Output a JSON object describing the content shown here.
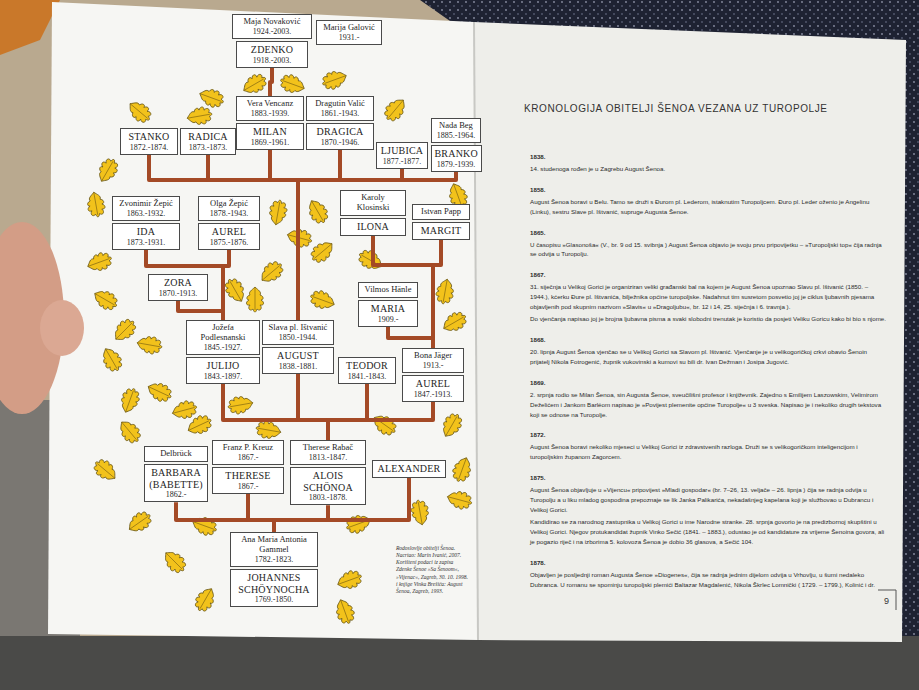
{
  "diagram": {
    "title": "KRONOLOGIJA OBITELJI ŠENOA VEZANA UZ TUROPOLJE",
    "caption": "Rodoslovlje obitelji Šenoa. Nacrtao: Marin Ivanić, 2007. Korišteni podaci iz zapisa Zdenke Šenoe »Sa Šenoom«, »Vijenac«, Zagreb, 30. 10. 1998. i knjige Vinka Brešića: August Šenoa, Zagreb, 1993.",
    "nodes": [
      {
        "text": [
          "Maja Novaković",
          "1924.-2003."
        ]
      },
      {
        "text": [
          "Marija Galović",
          "1931.-"
        ]
      },
      {
        "text": [
          "ZDENKO",
          "1918.-2003."
        ]
      },
      {
        "text": [
          "Vera Vencanz",
          "1883.-1939."
        ]
      },
      {
        "text": [
          "Dragutin Valić",
          "1861.-1943."
        ]
      },
      {
        "text": [
          "STANKO",
          "1872.-1874."
        ]
      },
      {
        "text": [
          "RADICA",
          "1873.-1873."
        ]
      },
      {
        "text": [
          "MILAN",
          "1869.-1961."
        ]
      },
      {
        "text": [
          "DRAGICA",
          "1870.-1946."
        ]
      },
      {
        "text": [
          "LJUBICA",
          "1877.-1877."
        ]
      },
      {
        "text": [
          "Nada Beg",
          "1885.-1964."
        ]
      },
      {
        "text": [
          "BRANKO",
          "1879.-1939."
        ]
      },
      {
        "text": [
          "Zvonimir Žepić",
          "1863.-1932."
        ]
      },
      {
        "text": [
          "Olga Žepić",
          "1878.-1943."
        ]
      },
      {
        "text": [
          "Karoly Klosinski"
        ]
      },
      {
        "text": [
          "Istvan Papp"
        ]
      },
      {
        "text": [
          "IDA",
          "1873.-1931."
        ]
      },
      {
        "text": [
          "AUREL",
          "1875.-1876."
        ]
      },
      {
        "text": [
          "ILONA"
        ]
      },
      {
        "text": [
          "MARGIT"
        ]
      },
      {
        "text": [
          "Vilmos Hänle"
        ]
      },
      {
        "text": [
          "MARIA",
          "1909.-"
        ]
      },
      {
        "text": [
          "ZORA",
          "1870.-1913."
        ]
      },
      {
        "text": [
          "Jožefa Podlesnanski",
          "1845.-1927."
        ]
      },
      {
        "text": [
          "Slava pl. Ištvanić",
          "1850.-1944."
        ]
      },
      {
        "text": [
          "Bona Jäger",
          "1913.-"
        ]
      },
      {
        "text": [
          "JULIJO",
          "1843.-1897."
        ]
      },
      {
        "text": [
          "AUGUST",
          "1838.-1881."
        ]
      },
      {
        "text": [
          "TEODOR",
          "1841.-1843."
        ]
      },
      {
        "text": [
          "AUREL",
          "1847.-1913."
        ]
      },
      {
        "text": [
          "Delbrück"
        ]
      },
      {
        "text": [
          "Franz P. Kreuz",
          "1867.-"
        ]
      },
      {
        "text": [
          "Therese Rabač",
          "1813.-1847."
        ]
      },
      {
        "text": [
          "BARBARA (BABETTE)",
          "1862.-"
        ]
      },
      {
        "text": [
          "THERESE",
          "1867.-"
        ]
      },
      {
        "text": [
          "ALOIS SCHÖNOA",
          "1803.-1878."
        ]
      },
      {
        "text": [
          "ALEXANDER"
        ]
      },
      {
        "text": [
          "Ana Maria Antonia Gammel",
          "1782.-1823."
        ]
      },
      {
        "text": [
          "JOHANNES SCHÖYNOCHA",
          "1769.-1850."
        ]
      }
    ],
    "edges": [
      {
        "from": 3,
        "to": 2,
        "arrow": "none"
      },
      {
        "from": 24,
        "to": 5,
        "arrow": "none"
      },
      {
        "from": 24,
        "to": 6,
        "arrow": "none"
      },
      {
        "from": 24,
        "to": 7,
        "arrow": "none"
      },
      {
        "from": 24,
        "to": 8,
        "arrow": "none"
      },
      {
        "from": 24,
        "to": 9,
        "arrow": "none"
      },
      {
        "from": 24,
        "to": 11,
        "arrow": "none"
      },
      {
        "from": 23,
        "to": 22,
        "arrow": "none"
      },
      {
        "from": 23,
        "to": 16,
        "arrow": "none"
      },
      {
        "from": 23,
        "to": 17,
        "arrow": "none"
      },
      {
        "from": 25,
        "to": 18,
        "arrow": "none"
      },
      {
        "from": 25,
        "to": 19,
        "arrow": "none"
      },
      {
        "from": 25,
        "to": 21,
        "arrow": "none"
      },
      {
        "from": 32,
        "to": 26,
        "arrow": "none"
      },
      {
        "from": 32,
        "to": 27,
        "arrow": "none"
      },
      {
        "from": 32,
        "to": 28,
        "arrow": "none"
      },
      {
        "from": 32,
        "to": 29,
        "arrow": "none"
      },
      {
        "from": 37,
        "to": 33,
        "arrow": "none"
      },
      {
        "from": 37,
        "to": 34,
        "arrow": "none"
      },
      {
        "from": 37,
        "to": 35,
        "arrow": "none"
      },
      {
        "from": 37,
        "to": 36,
        "arrow": "none"
      }
    ],
    "labels": [
      "1838.",
      "14. studenoga rođen je u Zagrebu August Šenoa.",
      "1858.",
      "August Šenoa boravi u Belu. Tamo se druži s Đurom pl. Lederom, istaknutim Turopoljcem. Đuro pl. Leder oženio je Angelinu (Linku), sestru Slave pl. Ištvanić, supruge Augusta Šenoe.",
      "1865.",
      "U časopisu »Glasonoša« (V., br. 9 od 15. svibnja ) August Šenoa objavio je svoju prvu pripovijetku – »Turopoljski top« čija radnja se odvija u Turopolju.",
      "1867.",
      "31. siječnja u Velikoj Gorici je organiziran veliki građanski bal na kojem je August Šenoa upoznao Slavu pl. Ištvanić (1850. – 1944.), kćerku Đure pl. Ištvanića, bilježnika općine turopoljske. Nadahnut tim susretom posvetio joj je ciklus ljubavnih pjesama objavljenih pod skupnim nazivom »Slavis« u »Dragoljubu«, br. 12 i 14, 25. siječnja i 6. travnja ).",
      "Do vjenčanja napisao joj je brojna ljubavna pisma a svaki slobodni trenutak je koristio da posjeti Veliku Goricu kako bi bio s njome.",
      "1868.",
      "20. lipnja August Šenoa vjenčao se u Velikoj Gorici sa Slavom pl. Ištvanić. Vjenčanje je u velikogoričkoj crkvi obavio Šenoin prijatelj Nikola Fotrogenić, župnik vukovinski a kumovi su bili dr. Ivan Dežman i Josipa Jugović.",
      "1869.",
      "2. srpnja rodio se Milan Šenoa, sin Augusta Šenoe, sveučilišni profesor i književnik. Zajedno s Emilijem Laszowskim, Velimirom Deželićem i Jankom Barléom napisao je »Povijest plemenite općine Turopolje« u 3 sveska. Napisao je i nekoliko drugih tekstova koji se odnose na Turopolje.",
      "1872.",
      "August Šenoa boravi nekoliko mjeseci u Velikoj Gorici iz zdravstvenih razloga. Druži se s velikogoričkom inteligencijom i turopoljskim županom Zagorcem.",
      "1875.",
      "August Šenoa objavljuje u »Vijencu« pripovijest »Mladi gospodar« (br. 7–26, 13. veljače – 26. lipnja ) čija se radnja odvija u Turopolju a u liku mladog gospodina prepoznaje se lik Janka Palikarića, nekadašnjeg kapelana koji je službovao u Dubrancu i Velikoj Gorici.",
      "Kandidirao se za narodnog zastupnika u Velikoj Gorici u ime Narodne stranke. 28. srpnja govorio je na predizbornoj skupštini u Velikoj Gorici. Njegov protukandidat župnik Vinko Sečić (1841. – 1883.), odustao je od kandidature za vrijeme Šenoina govora, ali je pogazio riječ i na izborima 5. kolovoza Šenoa je dobio 36 glasova, a Sečić 104.",
      "1878.",
      "Objavljen je posljednji roman Augusta Šenoe »Diogenes«, čija se radnja jednim dijelom odvija u Vrhovlju, u šumi nedaleko Dubranca. U romanu se spominju turopoljski plemići Baltazar Magdalenić, Nikola Škrlec Lomnički ( 1729. – 1799.), Kolinić i dr.",
      "9"
    ]
  }
}
